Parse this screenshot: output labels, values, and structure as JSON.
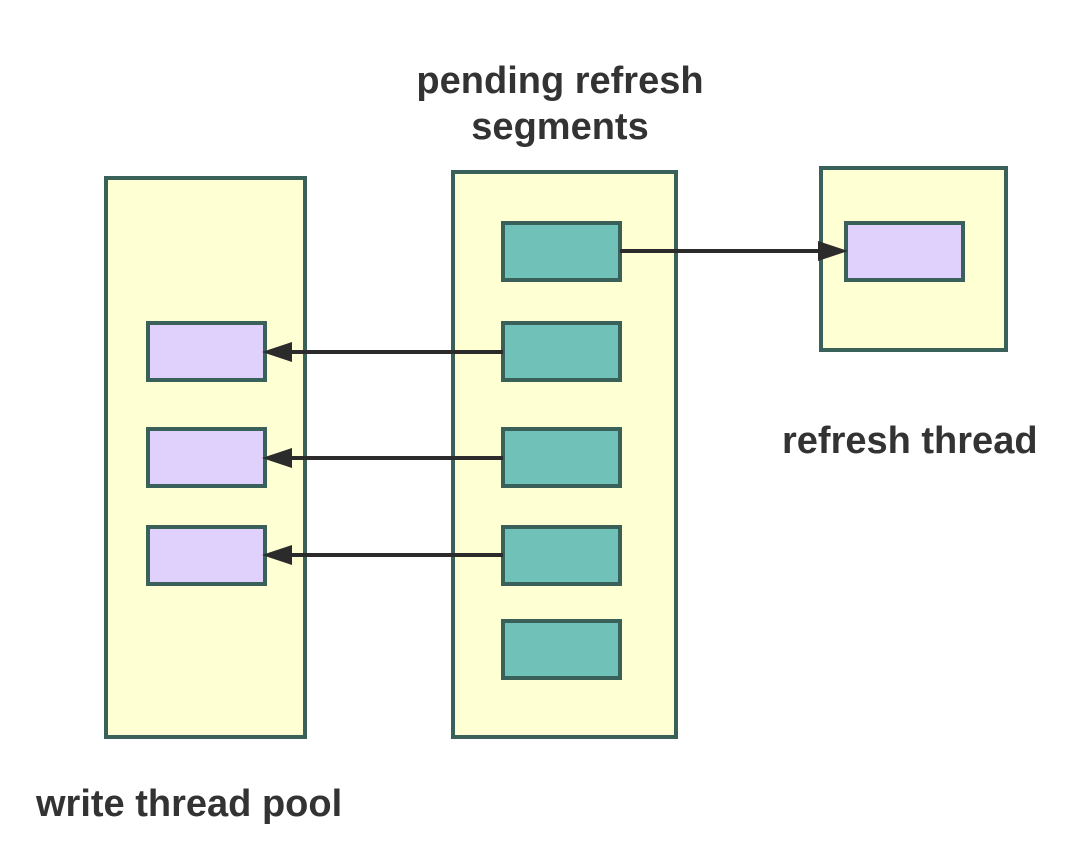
{
  "labels": {
    "pending_line1": "pending refresh",
    "pending_line2": "segments",
    "refresh_thread": "refresh thread",
    "write_thread_pool": "write thread pool"
  },
  "colors": {
    "background": "#ffffff",
    "panel_fill": "#ffffd4",
    "outline": "#3a6159",
    "segment_fill": "#70c1b8",
    "thread_fill": "#dfd1fb",
    "arrow": "#2b2b2b",
    "label_text": "#333333"
  }
}
